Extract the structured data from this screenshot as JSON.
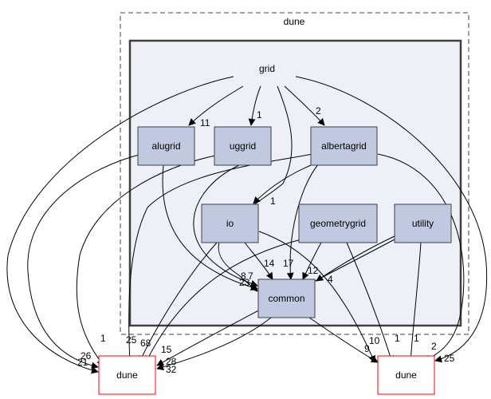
{
  "clusters": {
    "outer": {
      "label": "dune"
    },
    "inner": {
      "label": "grid"
    }
  },
  "nodes": {
    "alugrid": "alugrid",
    "uggrid": "uggrid",
    "albertagrid": "albertagrid",
    "io": "io",
    "geometrygrid": "geometrygrid",
    "utility": "utility",
    "common": "common",
    "dune_left": "dune",
    "dune_right": "dune"
  },
  "edge_labels": {
    "grid_alugrid": "11",
    "grid_uggrid": "1",
    "grid_albertagrid": "2",
    "grid_dune_left": "26",
    "grid_dune_right": "25",
    "grid_common": "23",
    "albertagrid_io": "1",
    "albertagrid_common": "17",
    "albertagrid_dune_left": "25",
    "albertagrid_dune_right": "2",
    "alugrid_dune_left": "21",
    "alugrid_common": "8",
    "uggrid_dune_left": "1",
    "uggrid_common": "7",
    "io_common": "14",
    "io_dune_left": "15",
    "io_dune_right": "9",
    "geometrygrid_common": "12",
    "geometrygrid_dune_left": "68",
    "geometrygrid_dune_right": "1",
    "utility_common": "4",
    "utility_dune_left": "28",
    "utility_dune_right": "1",
    "common_dune_left": "32",
    "common_dune_right": "10"
  },
  "colors": {
    "node_fill": "#c1c9e0",
    "node_stroke": "#404040",
    "inner_fill": "#eef0f7",
    "inner_stroke": "#404040",
    "outer_stroke": "#404040",
    "external_stroke": "#ff0000",
    "edge": "#000000"
  }
}
